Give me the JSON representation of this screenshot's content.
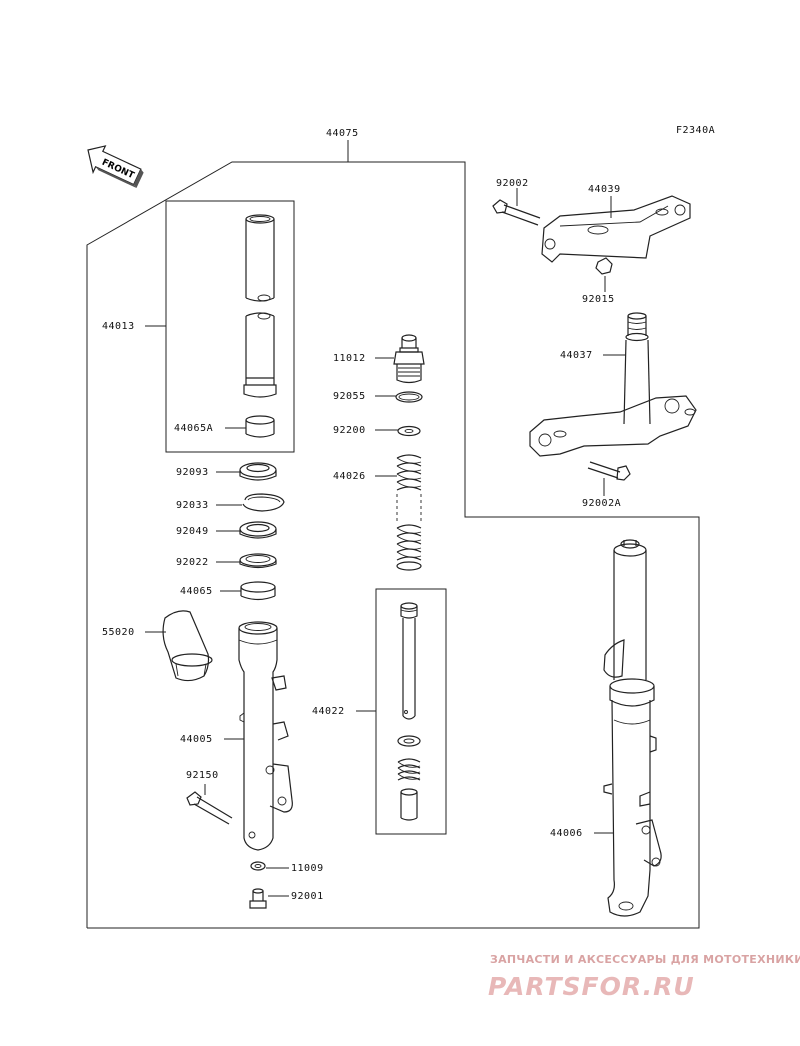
{
  "diagram_code": "F2340A",
  "front_label": "FRONT",
  "parts": {
    "p44075": "44075",
    "p44013": "44013",
    "p44065A": "44065A",
    "p92093": "92093",
    "p92033": "92033",
    "p92049": "92049",
    "p92022": "92022",
    "p44065": "44065",
    "p55020": "55020",
    "p44005": "44005",
    "p92150": "92150",
    "p11009": "11009",
    "p92001": "92001",
    "p11012": "11012",
    "p92055": "92055",
    "p92200": "92200",
    "p44026": "44026",
    "p44022": "44022",
    "p92002": "92002",
    "p44039": "44039",
    "p92015": "92015",
    "p44037": "44037",
    "p92002A": "92002A",
    "p44006": "44006"
  },
  "watermark": {
    "line1": "ЗАПЧАСТИ И АКСЕССУАРЫ ДЛЯ МОТОТЕХНИКИ",
    "line2": "PARTSFOR.RU",
    "line1_color": "#d9a3a3",
    "line2_color": "#e8b8b8"
  }
}
